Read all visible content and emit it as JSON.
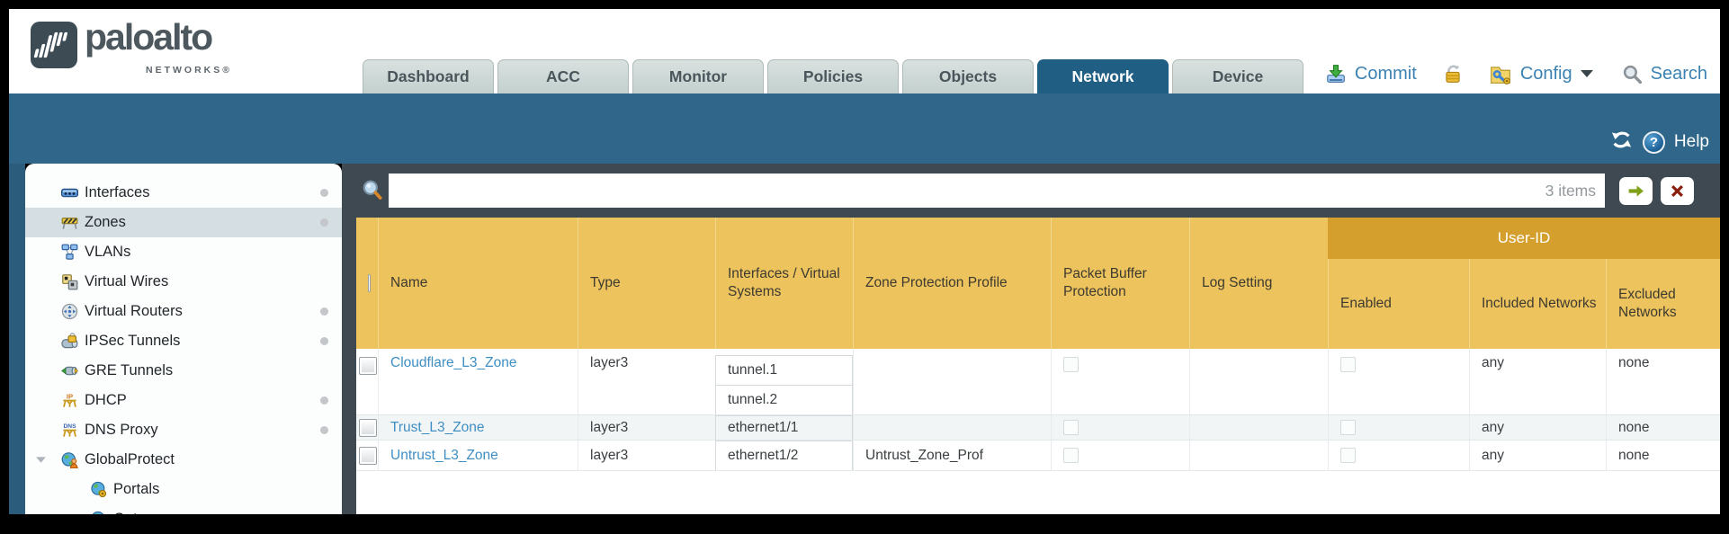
{
  "brand": {
    "name": "paloalto",
    "sub": "NETWORKS®"
  },
  "tabs": [
    {
      "label": "Dashboard",
      "active": false
    },
    {
      "label": "ACC",
      "active": false
    },
    {
      "label": "Monitor",
      "active": false
    },
    {
      "label": "Policies",
      "active": false
    },
    {
      "label": "Objects",
      "active": false
    },
    {
      "label": "Network",
      "active": true
    },
    {
      "label": "Device",
      "active": false
    }
  ],
  "actions": {
    "commit": "Commit",
    "config": "Config",
    "search": "Search"
  },
  "teal_bar": {
    "help": "Help"
  },
  "sidebar": {
    "items": [
      {
        "label": "Interfaces",
        "icon": "interfaces",
        "dot": true,
        "selected": false
      },
      {
        "label": "Zones",
        "icon": "zones",
        "dot": true,
        "selected": true
      },
      {
        "label": "VLANs",
        "icon": "vlans",
        "dot": false
      },
      {
        "label": "Virtual Wires",
        "icon": "virtual-wires",
        "dot": false
      },
      {
        "label": "Virtual Routers",
        "icon": "virtual-routers",
        "dot": true
      },
      {
        "label": "IPSec Tunnels",
        "icon": "ipsec-tunnels",
        "dot": true
      },
      {
        "label": "GRE Tunnels",
        "icon": "gre-tunnels",
        "dot": false
      },
      {
        "label": "DHCP",
        "icon": "dhcp",
        "dot": true
      },
      {
        "label": "DNS Proxy",
        "icon": "dns-proxy",
        "dot": true
      },
      {
        "label": "GlobalProtect",
        "icon": "globalprotect",
        "dot": false,
        "expanded": true
      },
      {
        "label": "Portals",
        "icon": "portals",
        "child": true
      },
      {
        "label": "Gateways",
        "icon": "gateways",
        "child": true
      }
    ]
  },
  "filter": {
    "value": "",
    "count_label": "3 items"
  },
  "table": {
    "group_header": "User-ID",
    "columns": [
      "",
      "Name",
      "Type",
      "Interfaces / Virtual Systems",
      "Zone Protection Profile",
      "Packet Buffer Protection",
      "Log Setting",
      "Enabled",
      "Included Networks",
      "Excluded Networks"
    ],
    "rows": [
      {
        "name": "Cloudflare_L3_Zone",
        "type": "layer3",
        "interfaces": [
          "tunnel.1",
          "tunnel.2"
        ],
        "zone_protection_profile": "",
        "packet_buffer_protection": false,
        "log_setting": "",
        "user_id_enabled": false,
        "included_networks": "any",
        "excluded_networks": "none"
      },
      {
        "name": "Trust_L3_Zone",
        "type": "layer3",
        "interfaces": [
          "ethernet1/1"
        ],
        "zone_protection_profile": "",
        "packet_buffer_protection": false,
        "log_setting": "",
        "user_id_enabled": false,
        "included_networks": "any",
        "excluded_networks": "none"
      },
      {
        "name": "Untrust_L3_Zone",
        "type": "layer3",
        "interfaces": [
          "ethernet1/2"
        ],
        "zone_protection_profile": "Untrust_Zone_Prof",
        "packet_buffer_protection": false,
        "log_setting": "",
        "user_id_enabled": false,
        "included_networks": "any",
        "excluded_networks": "none"
      }
    ]
  },
  "colors": {
    "teal_bar": "#2f6689",
    "active_tab": "#205e84",
    "slate": "#3e4952",
    "header_gold": "#ecc35c",
    "user_id_band": "#d49f2d",
    "link_blue": "#3f8ec2",
    "selected_nav": "#d5dee3",
    "alt_row": "#f2f5f6"
  }
}
